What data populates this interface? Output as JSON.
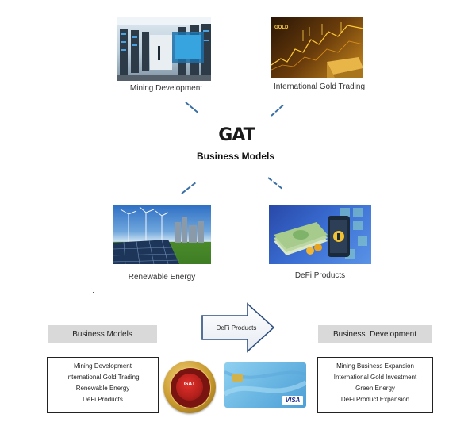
{
  "center": {
    "logo": "GAT",
    "title": "Business Models"
  },
  "quadrants": [
    {
      "id": "mining",
      "label": "Mining Development"
    },
    {
      "id": "gold",
      "label": "International Gold Trading",
      "bar_text": "GOLD"
    },
    {
      "id": "renewable",
      "label": "Renewable Energy"
    },
    {
      "id": "defi",
      "label": "DeFi Products"
    }
  ],
  "bottom": {
    "left_header": "Business Models",
    "left_items": [
      "Mining Development",
      "International Gold Trading",
      "Renewable Energy",
      "DeFi Products"
    ],
    "arrow_label": "DeFi Products",
    "right_header": "Business  Development",
    "right_items": [
      "Mining Business Expansion",
      "International Gold Investment",
      "Green Energy",
      "DeFi Product Expansion"
    ],
    "coin_text": "GAT",
    "card_brand": "VISA"
  },
  "colors": {
    "dash": "#3a6fa5",
    "header_gray": "#d9d9d9",
    "coin_gold": "#c89a2e",
    "coin_red": "#b3201c",
    "card_blue": "#6bb7e3"
  }
}
